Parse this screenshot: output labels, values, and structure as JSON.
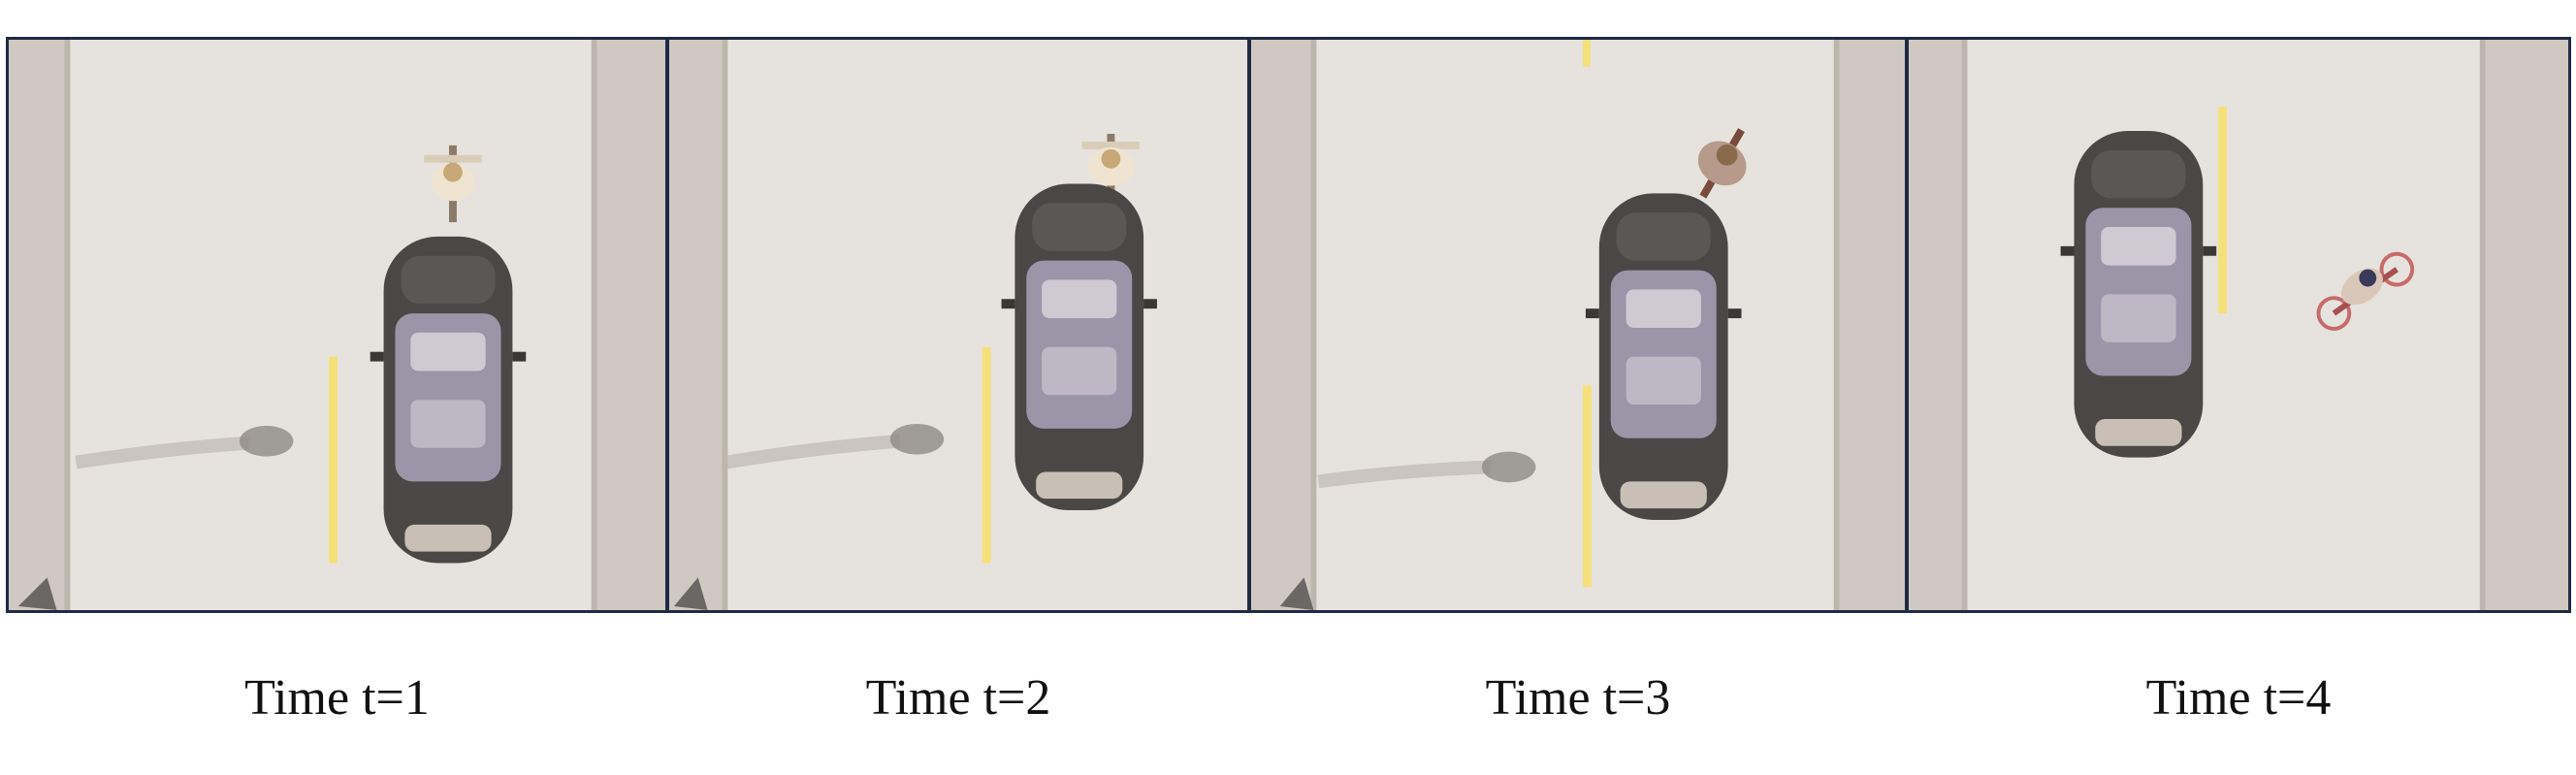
{
  "frames": [
    {
      "caption": "Time t=1"
    },
    {
      "caption": "Time t=2"
    },
    {
      "caption": "Time t=3"
    },
    {
      "caption": "Time t=4"
    }
  ],
  "colors": {
    "road": "#e6e3df",
    "curb": "#cfc9c1",
    "lane_line": "#f6e07a",
    "car_body": "#4a4846",
    "frame_border": "#1f2a44"
  }
}
